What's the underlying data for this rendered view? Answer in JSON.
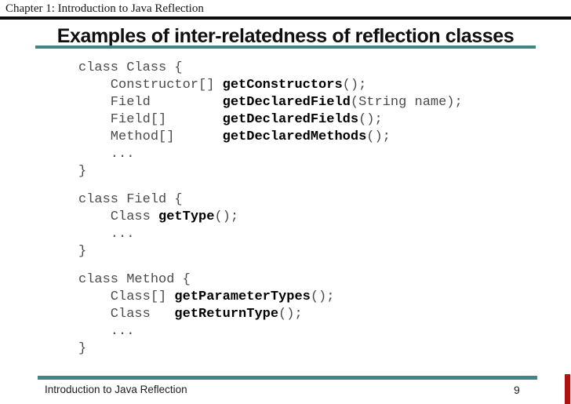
{
  "header": {
    "chapter": "Chapter 1: Introduction to Java Reflection"
  },
  "title": {
    "text": "Examples of inter-relatedness of reflection classes"
  },
  "code": {
    "blocks": [
      {
        "lines": [
          [
            {
              "t": "class Class {",
              "b": false
            }
          ],
          [
            {
              "t": "    Constructor[] ",
              "b": false
            },
            {
              "t": "getConstructors",
              "b": true
            },
            {
              "t": "();",
              "b": false
            }
          ],
          [
            {
              "t": "    Field         ",
              "b": false
            },
            {
              "t": "getDeclaredField",
              "b": true
            },
            {
              "t": "(String name);",
              "b": false
            }
          ],
          [
            {
              "t": "    Field[]       ",
              "b": false
            },
            {
              "t": "getDeclaredFields",
              "b": true
            },
            {
              "t": "();",
              "b": false
            }
          ],
          [
            {
              "t": "    Method[]      ",
              "b": false
            },
            {
              "t": "getDeclaredMethods",
              "b": true
            },
            {
              "t": "();",
              "b": false
            }
          ],
          [
            {
              "t": "    ...",
              "b": false
            }
          ],
          [
            {
              "t": "}",
              "b": false
            }
          ]
        ]
      },
      {
        "lines": [
          [
            {
              "t": "class Field {",
              "b": false
            }
          ],
          [
            {
              "t": "    Class ",
              "b": false
            },
            {
              "t": "getType",
              "b": true
            },
            {
              "t": "();",
              "b": false
            }
          ],
          [
            {
              "t": "    ...",
              "b": false
            }
          ],
          [
            {
              "t": "}",
              "b": false
            }
          ]
        ]
      },
      {
        "lines": [
          [
            {
              "t": "class Method {",
              "b": false
            }
          ],
          [
            {
              "t": "    Class[] ",
              "b": false
            },
            {
              "t": "getParameterTypes",
              "b": true
            },
            {
              "t": "();",
              "b": false
            }
          ],
          [
            {
              "t": "    Class   ",
              "b": false
            },
            {
              "t": "getReturnType",
              "b": true
            },
            {
              "t": "();",
              "b": false
            }
          ],
          [
            {
              "t": "    ...",
              "b": false
            }
          ],
          [
            {
              "t": "}",
              "b": false
            }
          ]
        ]
      }
    ]
  },
  "footer": {
    "label": "Introduction to Java Reflection",
    "page_number": "9"
  },
  "colors": {
    "teal": "#3f8787",
    "rule_black": "#0d0d0d",
    "code_regular": "#4b4b4b",
    "code_bold": "#000000",
    "red_bar": "#b01212"
  }
}
